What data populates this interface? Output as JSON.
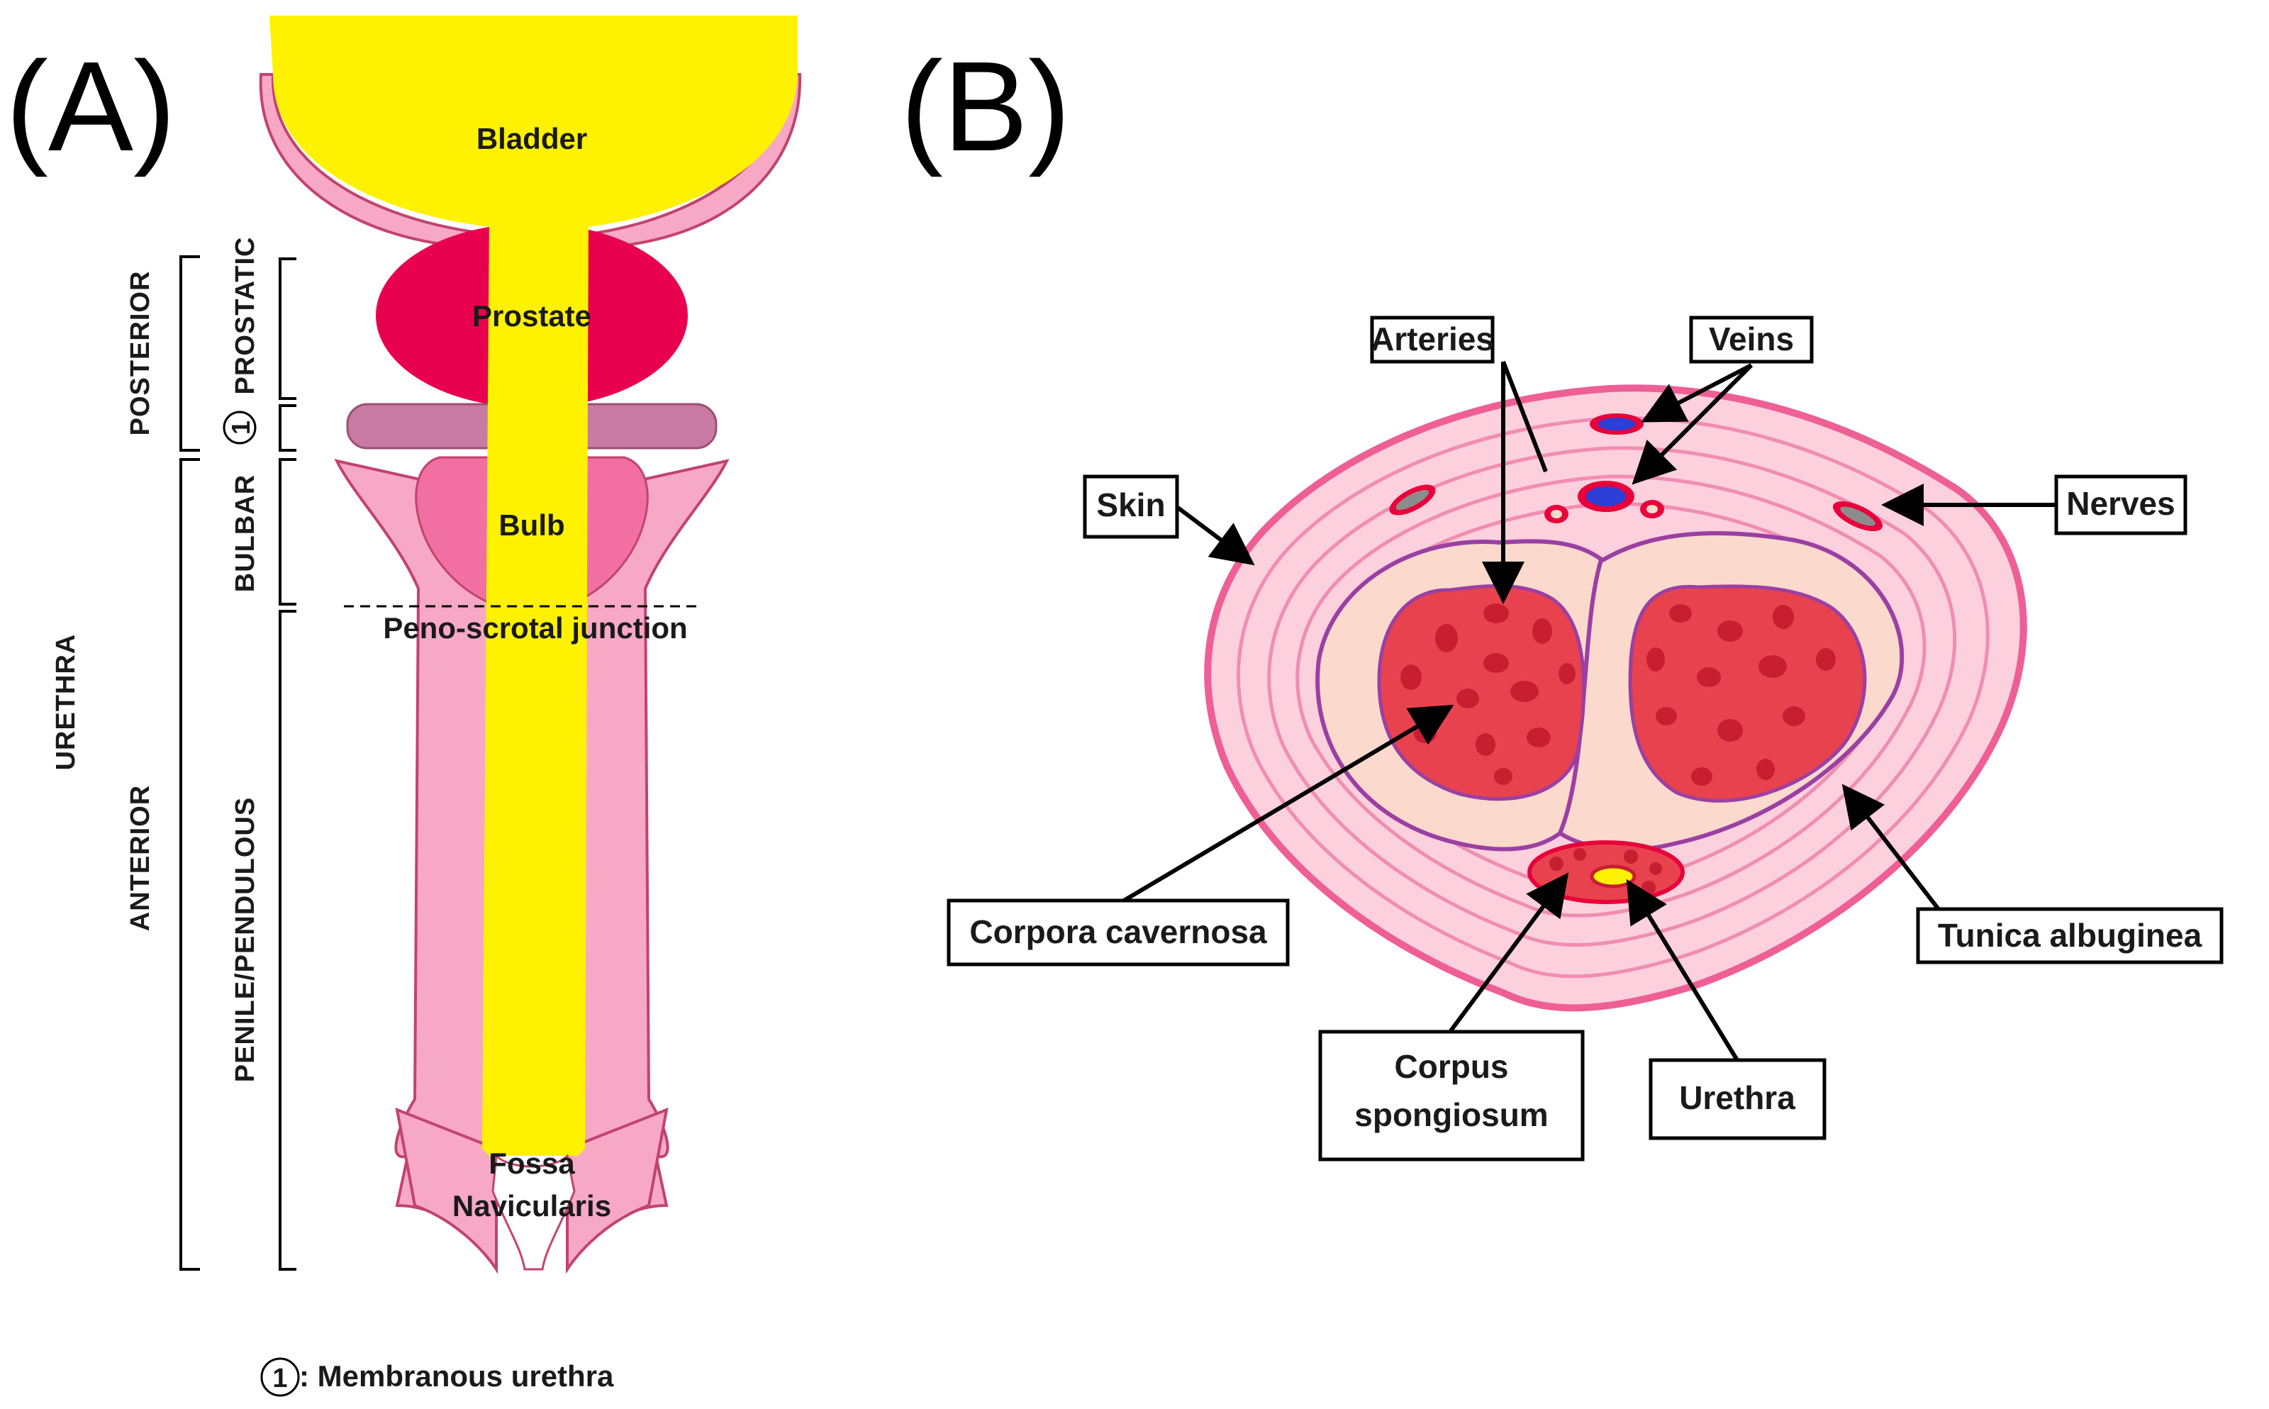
{
  "panels": {
    "a": {
      "letter": "(A)",
      "organs": {
        "bladder": "Bladder",
        "prostate": "Prostate",
        "bulb": "Bulb",
        "junction": "Peno-scrotal junction",
        "fossa_line1": "Fossa",
        "fossa_line2": "Navicularis"
      },
      "segments": {
        "posterior": "POSTERIOR",
        "prostatic": "PROSTATIC",
        "membranous_marker": "1",
        "bulbar": "BULBAR",
        "anterior": "ANTERIOR",
        "penile": "PENILE/PENDULOUS",
        "urethra": "URETHRA"
      },
      "footnote": {
        "marker": "1",
        "text": ": Membranous urethra"
      }
    },
    "b": {
      "letter": "(B)",
      "labels": {
        "arteries": "Arteries",
        "veins": "Veins",
        "skin": "Skin",
        "nerves": "Nerves",
        "corpora_cavernosa": "Corpora cavernosa",
        "tunica_albuginea": "Tunica albuginea",
        "corpus_spongiosum_line1": "Corpus",
        "corpus_spongiosum_line2": "spongiosum",
        "urethra": "Urethra"
      }
    }
  },
  "colors": {
    "urethra_yellow": "#fff200",
    "penile_pink": "#f7a8c4",
    "outline_pink": "#e8799f",
    "prostate_red": "#e8004e",
    "membranous_mauve": "#c97aa3",
    "bulb_pink": "#f26fa1",
    "skin_pink": "#fcd0dc",
    "tissue_peach": "#fbd9cc",
    "cavernosa_red": "#e8424f",
    "sinus_red": "#c81e32",
    "tunica_purple": "#9b3fa3",
    "vein_blue": "#2b3fd6",
    "nerve_gray": "#8c8c8c"
  }
}
